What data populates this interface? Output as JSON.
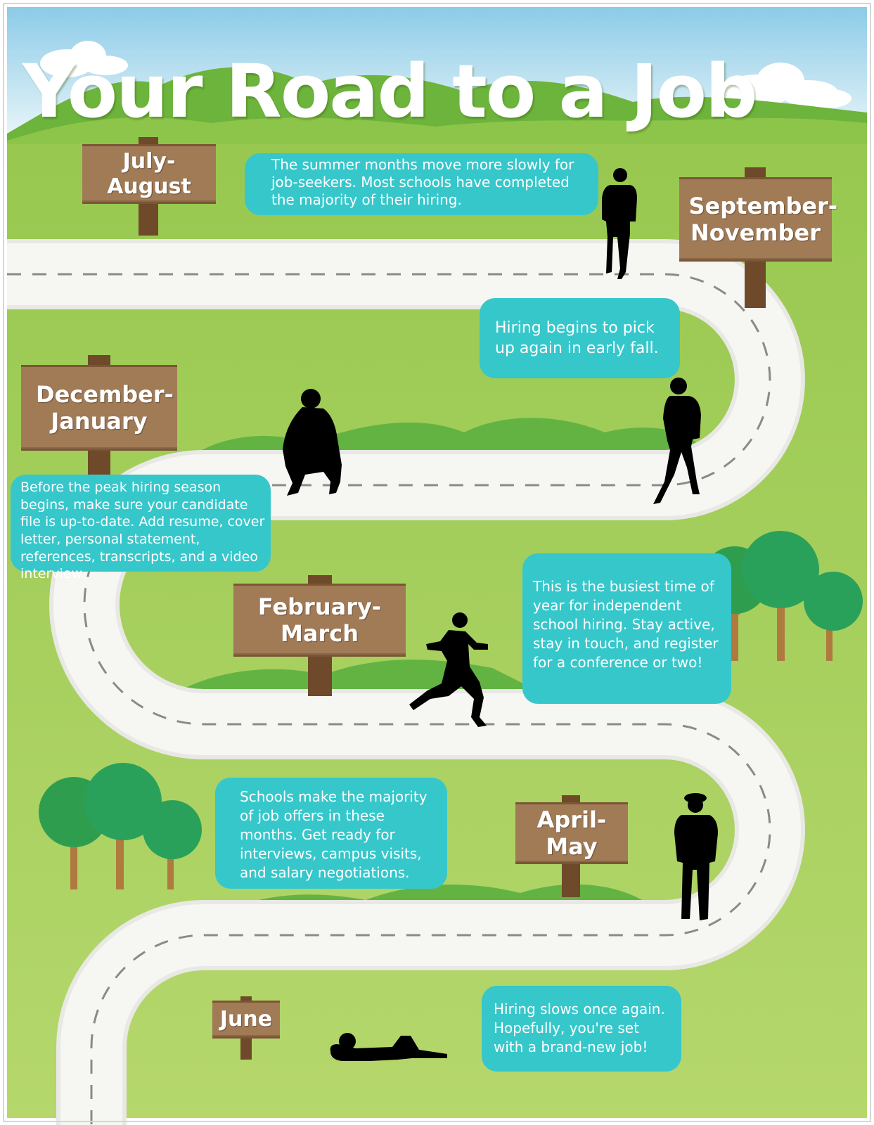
{
  "title": "Your Road to a Job",
  "colors": {
    "sky": "#bfe3f5",
    "grass": "#9ccb55",
    "road": "#f1f1ee",
    "sign_board": "#a17a56",
    "sign_post": "#6e4a2a",
    "bubble": "#36c7cb",
    "tree_top": "#2e9e4e",
    "tree_trunk": "#b07a3e",
    "silhouette": "#000000"
  },
  "milestones": [
    {
      "period": "July-August",
      "text": "The summer months move more slowly for job-seekers.  Most schools have completed the majority of their hiring.",
      "figure_icon": "walking-person-icon"
    },
    {
      "period": "September-November",
      "text": "Hiring begins to pick up again in early fall.",
      "figure_icon": "walking-backpack-person-icon"
    },
    {
      "period": "December-January",
      "text": "Before the peak hiring season begins, make sure your candidate file is up-to-date.  Add resume, cover letter, personal statement, references, transcripts, and a video interview.",
      "figure_icon": "crouching-person-icon"
    },
    {
      "period": "February-March",
      "text": "This is the busiest time of year for independent school hiring.  Stay active, stay in touch, and register for a conference or two!",
      "figure_icon": "running-person-icon"
    },
    {
      "period": "April-May",
      "text": "Schools make the majority of job offers in these months.  Get ready for interviews, campus visits, and salary negotiations.",
      "figure_icon": "standing-person-icon"
    },
    {
      "period": "June",
      "text": "Hiring slows once again.  Hopefully, you're set with a brand-new job!",
      "figure_icon": "lying-person-icon"
    }
  ]
}
